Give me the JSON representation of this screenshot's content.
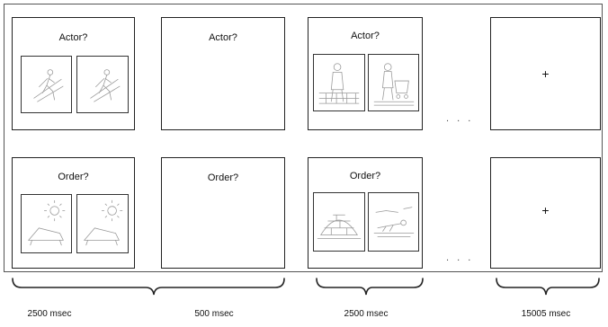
{
  "trials": [
    {
      "row": "top",
      "panels": [
        {
          "label": "Actor?",
          "images": [
            "skier-figure",
            "skier-figure"
          ]
        },
        {
          "label": "Actor?"
        },
        {
          "label": "Actor?",
          "images": [
            "standing-figure-bricks",
            "cart-figure"
          ]
        },
        {
          "label": "+"
        }
      ],
      "ellipsis": ". . ."
    },
    {
      "row": "bottom",
      "panels": [
        {
          "label": "Order?",
          "images": [
            "lounge-chair-sun",
            "lounge-chair-sun"
          ]
        },
        {
          "label": "Order?"
        },
        {
          "label": "Order?",
          "images": [
            "igloo-scene",
            "figure-lying-scene"
          ]
        },
        {
          "label": "+"
        }
      ],
      "ellipsis": ". . ."
    }
  ],
  "timings": [
    "2500 msec",
    "500 msec",
    "2500 msec",
    "15005 msec"
  ]
}
